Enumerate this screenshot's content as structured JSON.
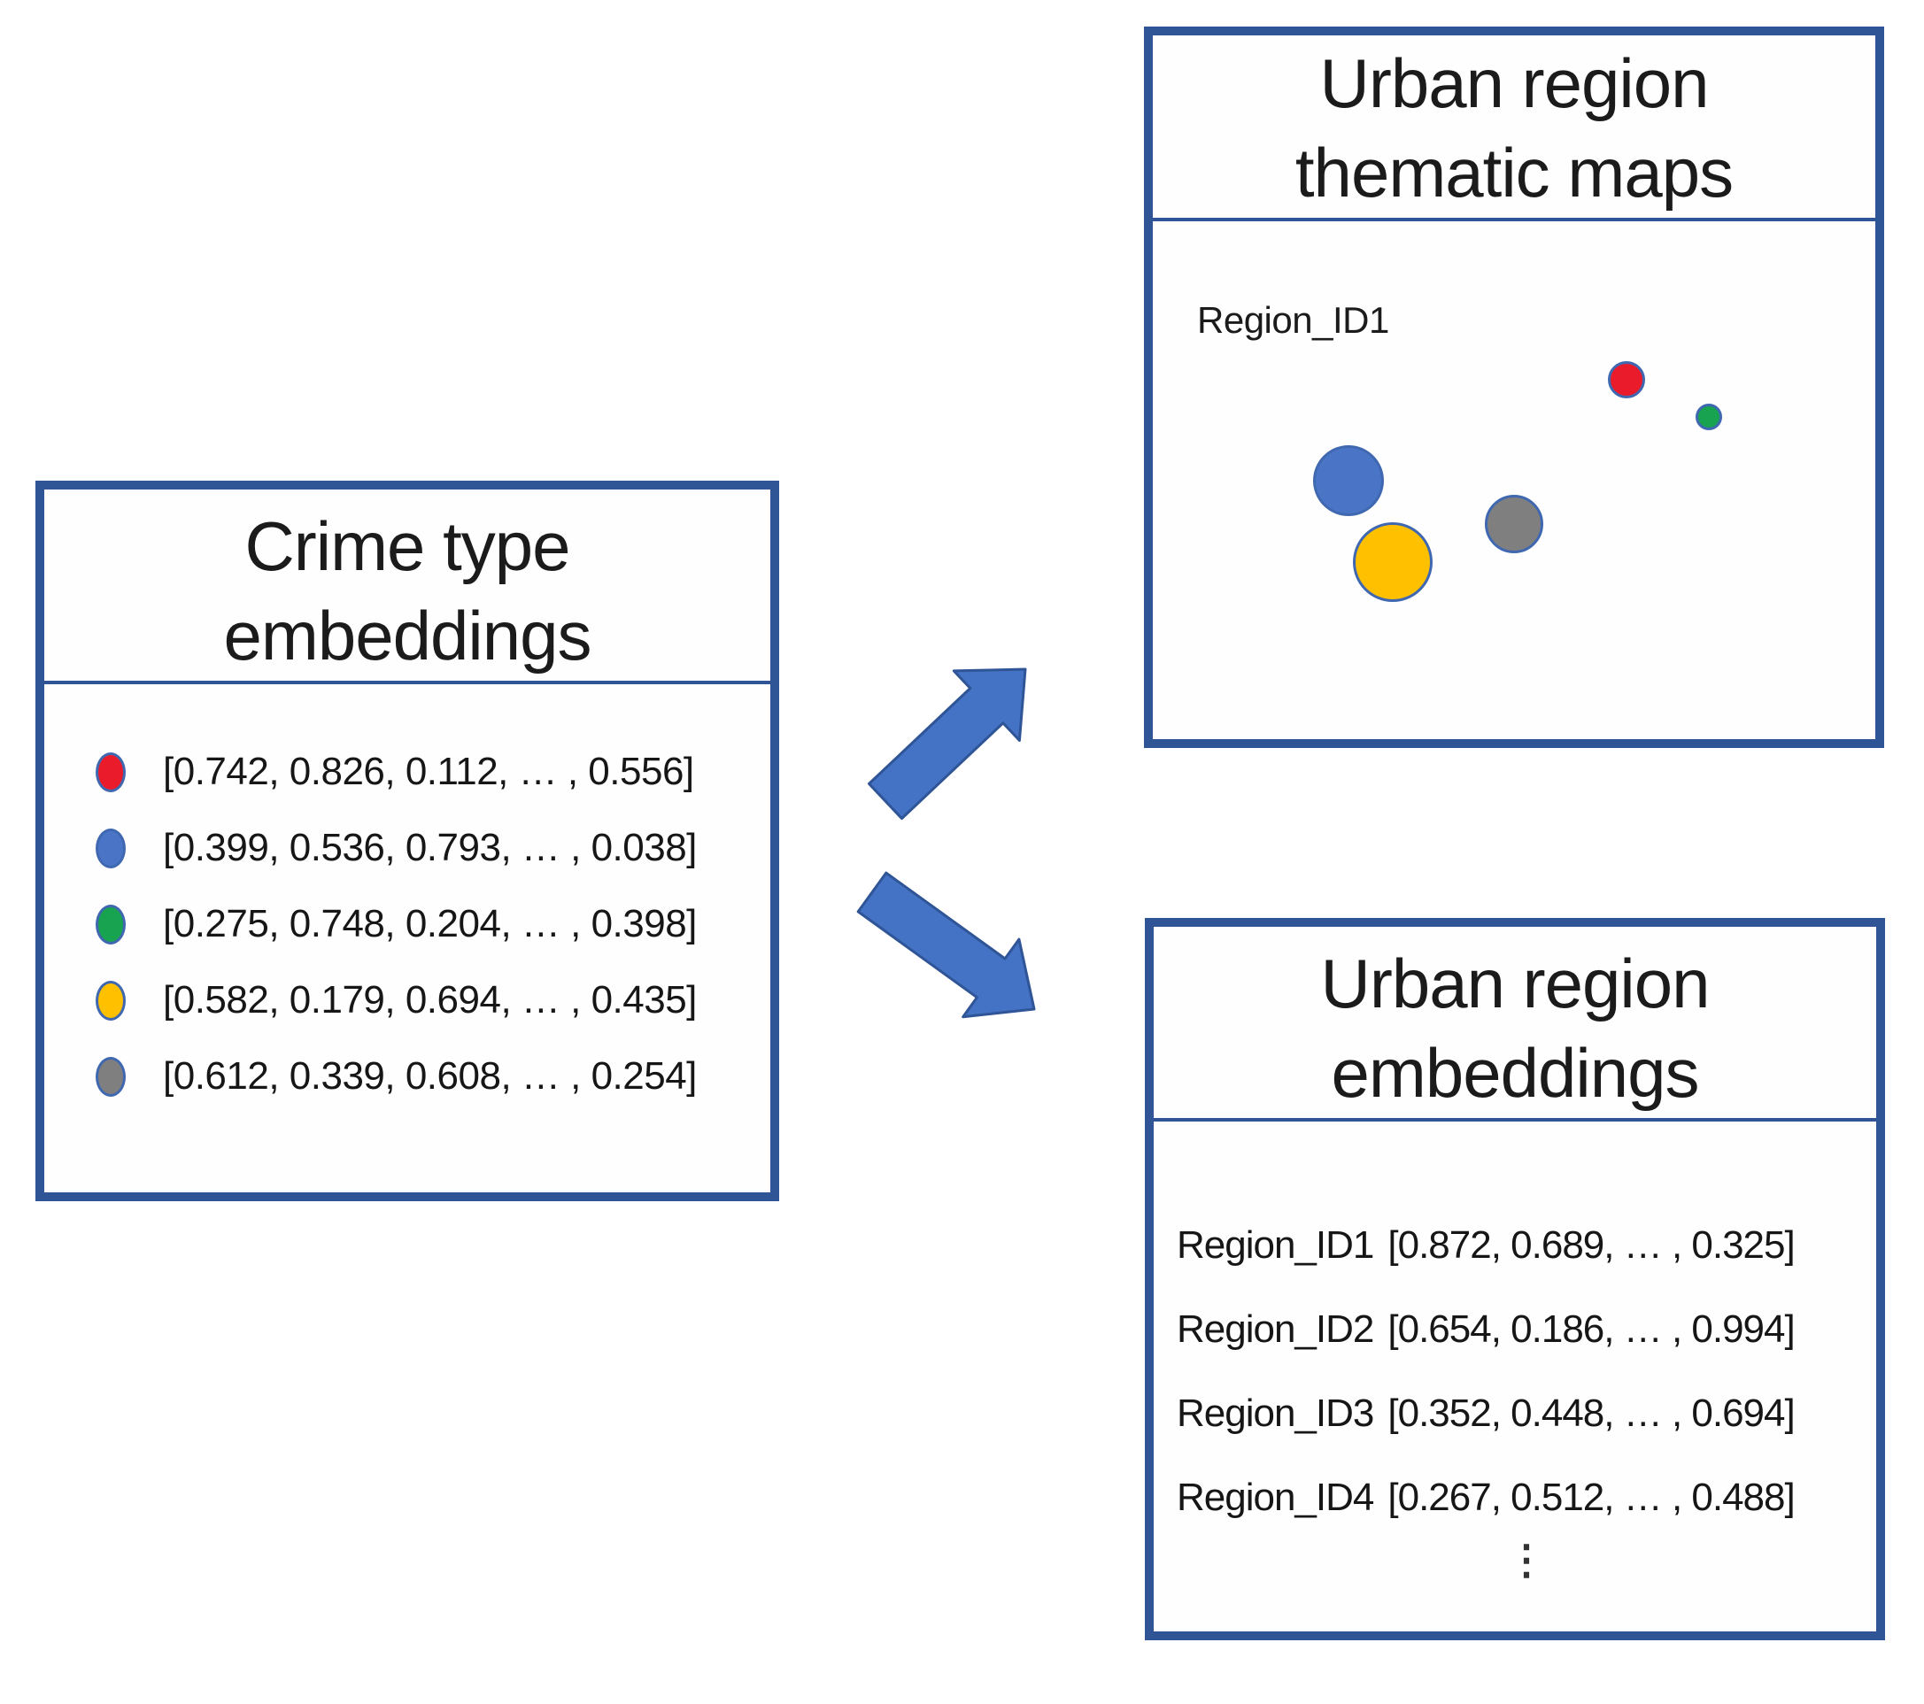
{
  "palette": {
    "border_blue": "#2F5597",
    "arrow_blue": "#4472C4",
    "red": "#EA1C2C",
    "blue": "#4A74C6",
    "green": "#18A350",
    "yellow": "#FFC000",
    "gray": "#7F7F7F",
    "text": "#191919"
  },
  "left_box": {
    "title_lines": [
      "Crime type",
      "embeddings"
    ],
    "rows": [
      {
        "color": "red",
        "vector": "[0.742, 0.826, 0.112, … , 0.556]"
      },
      {
        "color": "blue",
        "vector": "[0.399, 0.536, 0.793, … , 0.038]"
      },
      {
        "color": "green",
        "vector": "[0.275, 0.748, 0.204, … , 0.398]"
      },
      {
        "color": "yellow",
        "vector": "[0.582, 0.179, 0.694, … , 0.435]"
      },
      {
        "color": "gray",
        "vector": "[0.612, 0.339, 0.608, … , 0.254]"
      }
    ]
  },
  "map_box": {
    "title_lines": [
      "Urban region",
      "thematic maps"
    ],
    "region_label": "Region_ID1",
    "dots": [
      {
        "color": "red"
      },
      {
        "color": "green"
      },
      {
        "color": "blue"
      },
      {
        "color": "gray"
      },
      {
        "color": "yellow"
      }
    ]
  },
  "embed_box": {
    "title_lines": [
      "Urban region",
      "embeddings"
    ],
    "rows": [
      {
        "id": "Region_ID1",
        "vector": "[0.872, 0.689, … , 0.325]"
      },
      {
        "id": "Region_ID2",
        "vector": "[0.654, 0.186, … , 0.994]"
      },
      {
        "id": "Region_ID3",
        "vector": "[0.352, 0.448, … , 0.694]"
      },
      {
        "id": "Region_ID4",
        "vector": "[0.267, 0.512, … , 0.488]"
      }
    ],
    "ellipsis": "⋮"
  }
}
